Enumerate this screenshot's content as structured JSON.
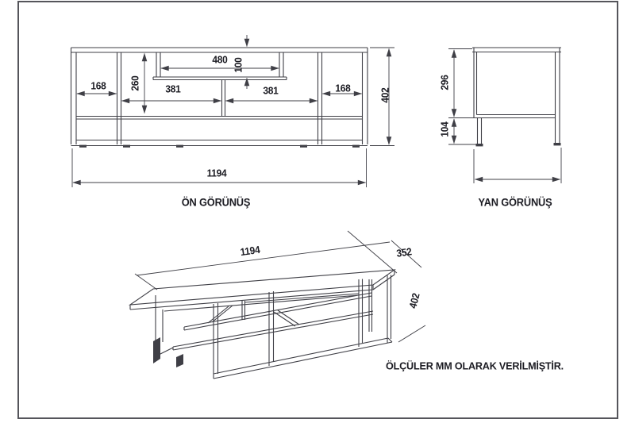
{
  "drawing": {
    "line_color": "#3f3f46",
    "border_color": "#55555b",
    "text_color": "#1c1c23",
    "note": "ÖLÇÜLER MM OLARAK VERİLMİŞTİR."
  },
  "front_view": {
    "title": "ÖN GÖRÜNÜŞ",
    "dim_niche_width": "480",
    "dim_niche_height": "100",
    "dim_left_compartment": "168",
    "dim_right_compartment": "168",
    "dim_interior_height": "260",
    "dim_shelf_left": "381",
    "dim_shelf_right": "381",
    "dim_total_height": "402",
    "dim_total_width": "1194"
  },
  "side_view": {
    "title": "YAN GÖRÜNÜŞ",
    "dim_body_height": "296",
    "dim_leg_height": "104"
  },
  "iso_view": {
    "dim_width": "1194",
    "dim_depth": "352",
    "dim_height": "402"
  }
}
